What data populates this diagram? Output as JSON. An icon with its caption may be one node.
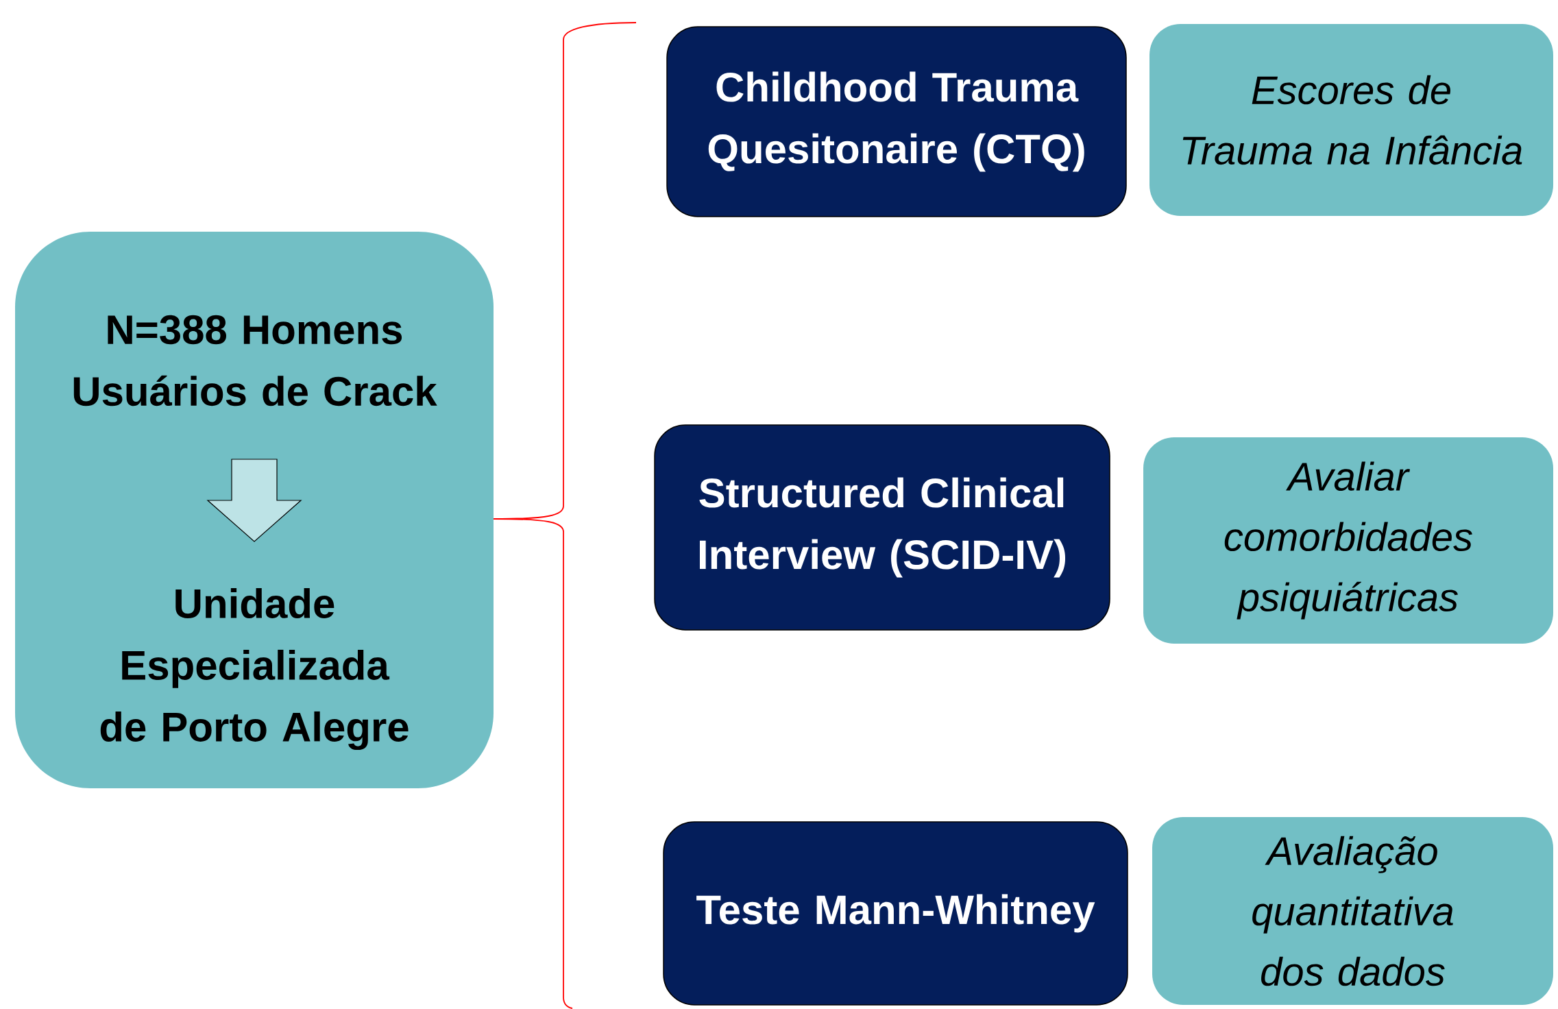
{
  "diagram": {
    "nodes": [
      {
        "text": [
          "N=388 Homens Usuários de Crack",
          "Unidade Especializada de Porto Alegre"
        ]
      },
      {
        "text": [
          "Childhood Trauma Quesitonaire (CTQ)"
        ]
      },
      {
        "text": [
          "Structured Clinical Interview (SCID-IV)"
        ]
      },
      {
        "text": [
          "Teste Mann-Whitney"
        ]
      },
      {
        "text": [
          "Escores de Trauma na Infância"
        ]
      },
      {
        "text": [
          "Avaliar comorbidades psiquiátricas"
        ]
      },
      {
        "text": [
          "Avaliação quantitativa dos dados"
        ]
      }
    ]
  }
}
